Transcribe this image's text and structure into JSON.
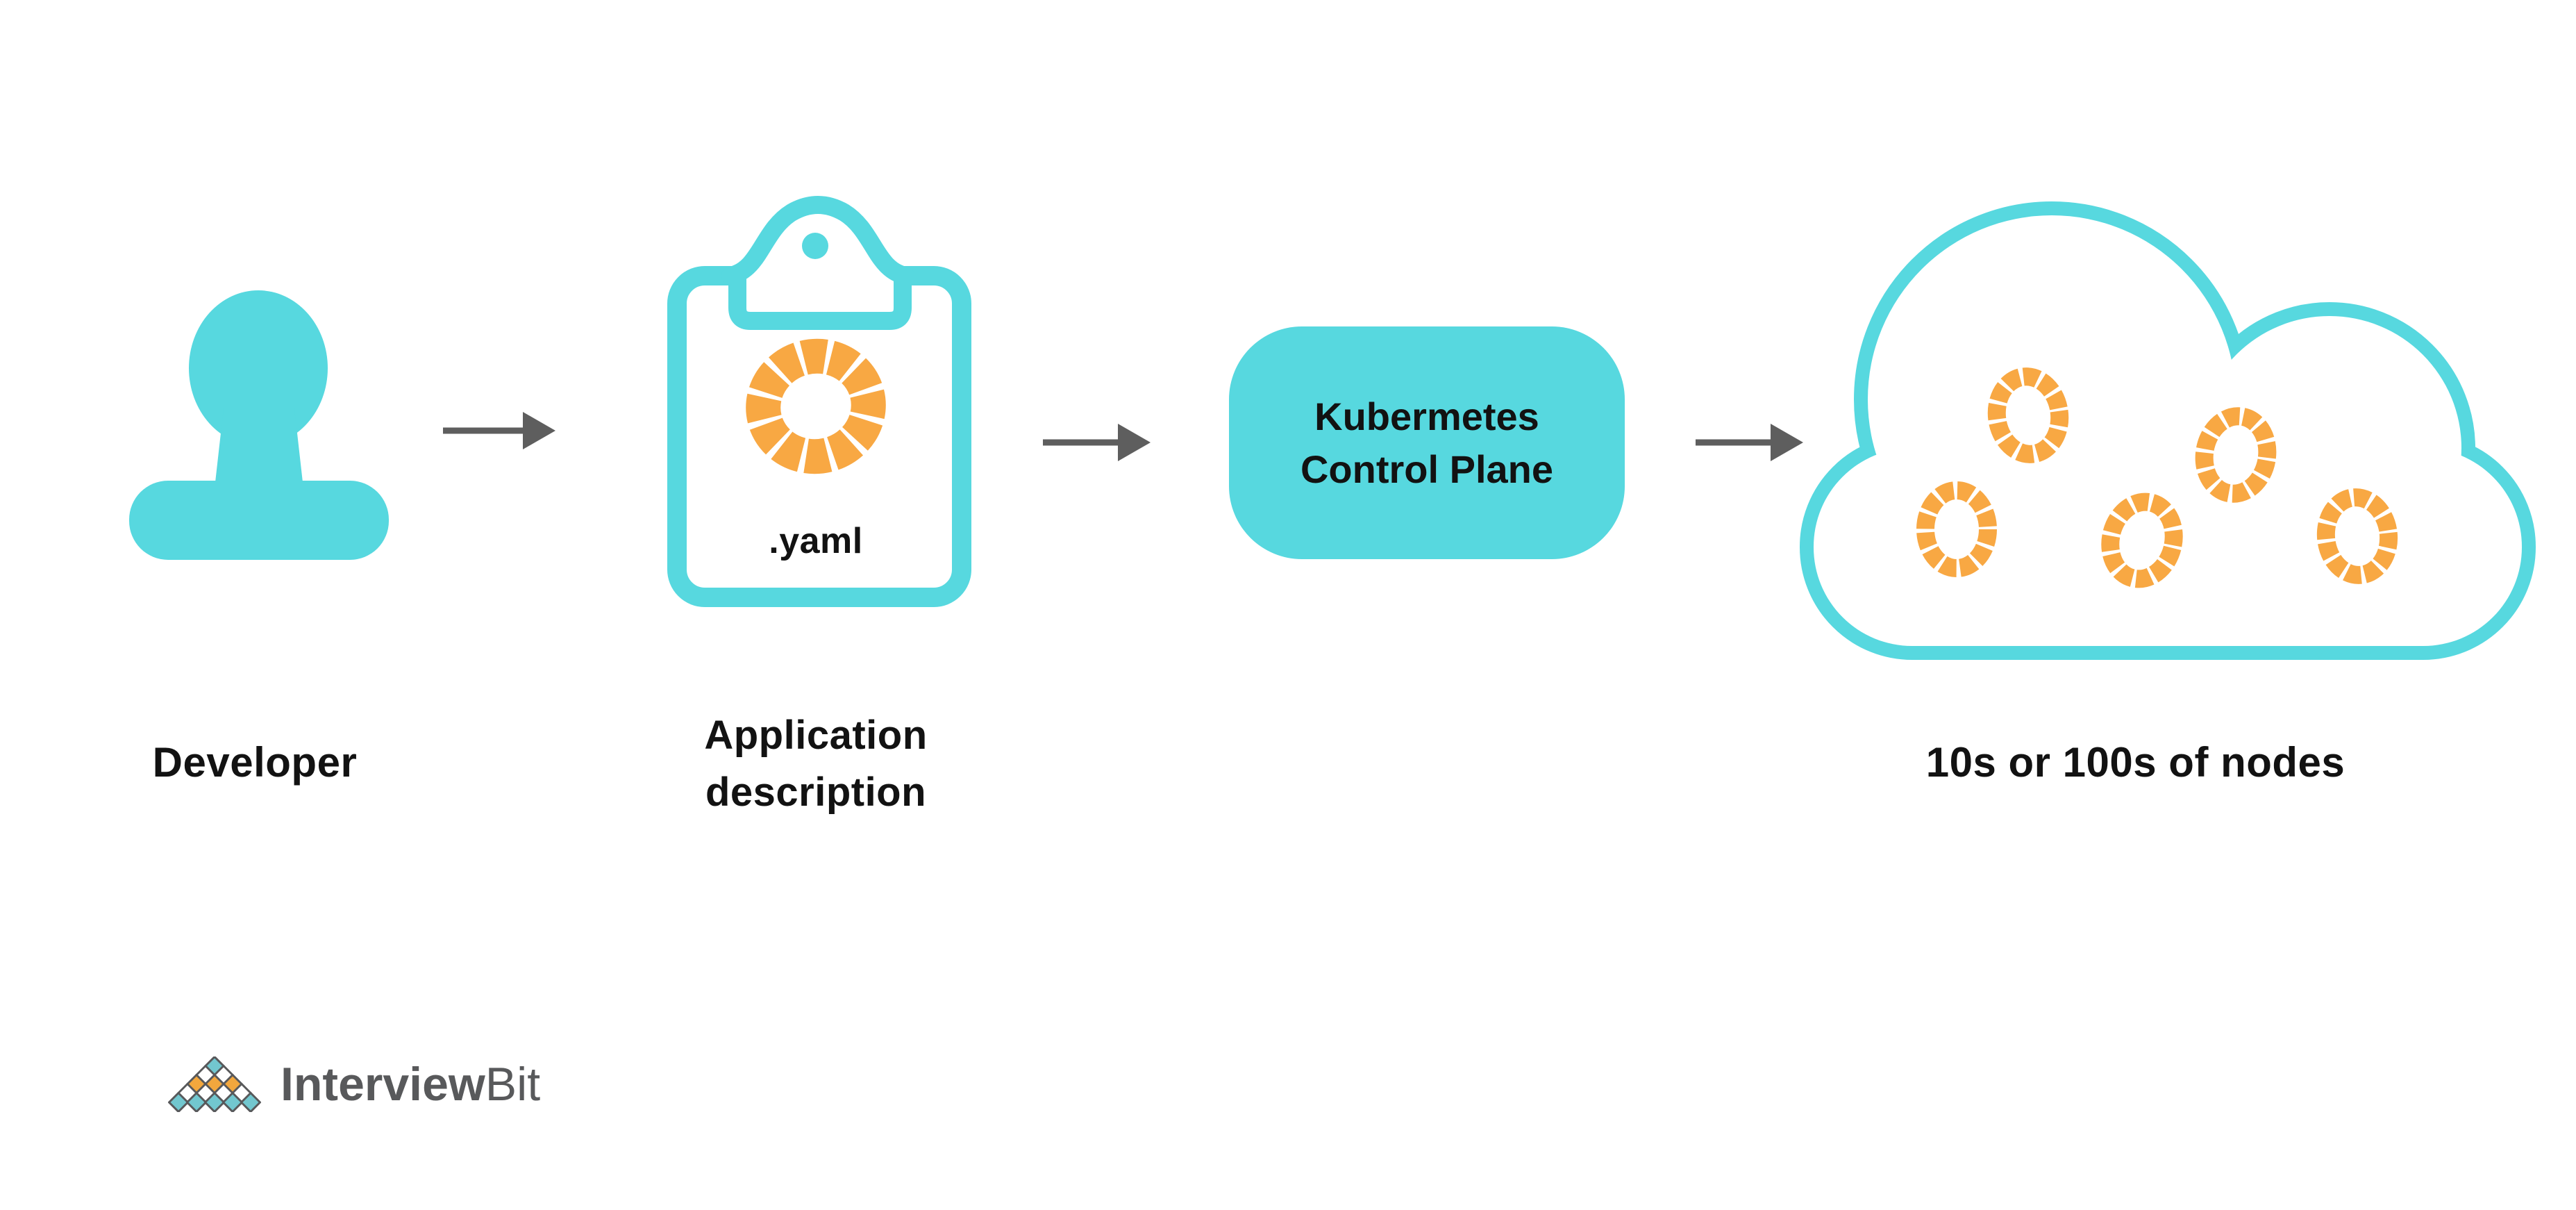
{
  "colors": {
    "background": "#ffffff",
    "teal": "#57D8DF",
    "orange": "#F8A843",
    "arrow": "#5E5E5E",
    "text": "#121212",
    "logo_gray": "#58595B",
    "logo_teal": "#72C7CF",
    "logo_orange": "#F2A73D"
  },
  "diagram": {
    "developer": {
      "label": "Developer"
    },
    "application_description": {
      "label_line1": "Application",
      "label_line2": "description",
      "file_type": ".yaml"
    },
    "control_plane": {
      "label_line1": "Kubermetes",
      "label_line2": "Control Plane"
    },
    "cluster": {
      "label": "10s or 100s of nodes",
      "node_count": 5
    },
    "arrow_count": 3
  },
  "branding": {
    "logo_text_bold": "Interview",
    "logo_text_light": "Bit"
  }
}
